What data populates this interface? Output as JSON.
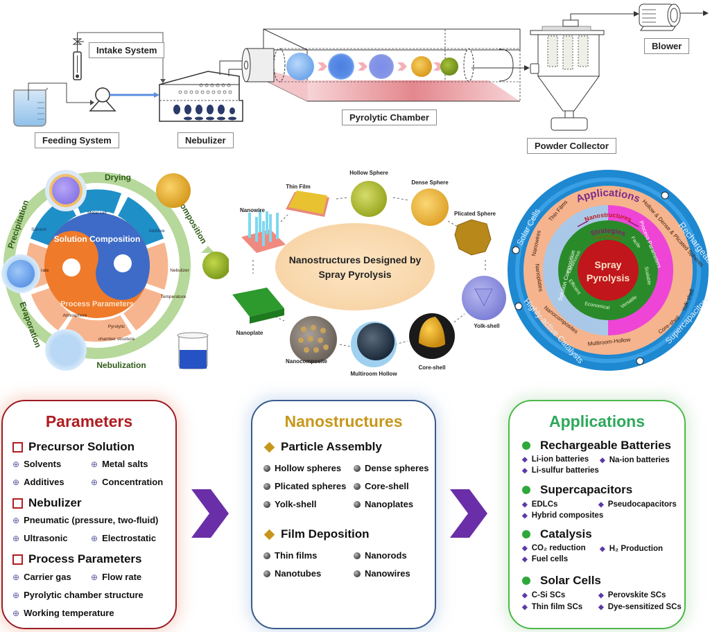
{
  "process_diagram": {
    "labels": {
      "intake": "Intake System",
      "feeding": "Feeding System",
      "nebulizer": "Nebulizer",
      "pyrolytic_chamber": "Pyrolytic Chamber",
      "powder_collector": "Powder Collector",
      "blower": "Blower"
    },
    "colors": {
      "liquid": "#a9cfee",
      "heat": "#e07a80",
      "droplet": "#6fa6ea",
      "dense_particle": "#e8b23a",
      "final_particle": "#8aa82a"
    }
  },
  "cycle_diagram": {
    "steps": [
      "Drying",
      "Decomposition",
      "Nebulization",
      "Evaporation",
      "Precipitation"
    ],
    "center_top": "Solution Composition",
    "center_bottom": "Process Parameters",
    "solution_segments": [
      "Solvent",
      "Metal salt",
      "Additive"
    ],
    "process_segments": [
      "Flow rate",
      "Nebulizer",
      "Temperature",
      "Pyrolytic",
      "chamber structure",
      "Atmosphere"
    ],
    "colors": {
      "ring": "#a9d18e",
      "solution": "#1f8fc8",
      "process_segment": "#f6b58f",
      "yin": "#3d6bc7",
      "yang": "#ee7a2a"
    }
  },
  "nanostructures_diagram": {
    "center_title_line1": "Nanostructures Designed by",
    "center_title_line2": "Spray Pyrolysis",
    "structures": [
      "Hollow Sphere",
      "Dense Sphere",
      "Plicated  Sphere",
      "Yolk-shell",
      "Core-shell",
      "Multiroom Hollow",
      "Nanocomposite",
      "Nanoplate",
      "Nanowire",
      "Thin Film"
    ]
  },
  "circle_diagram": {
    "outer_title": "Applications",
    "applications": [
      "Rechargeable Batteries",
      "Supercapacitors",
      "Highly-active Catalysts",
      "Solar Cells"
    ],
    "nanostructures_title": "Nanostructures",
    "nanostructures": [
      "Hollow & Dense & Plicated Spheres",
      "Yolk-shell",
      "Core-shell",
      "Multiroom-Hollow",
      "Nanocomposites",
      "Nanoplates",
      "Nanowires",
      "Thin Films"
    ],
    "strategies_title": "Strategies",
    "strategies": [
      "Solution Composition",
      "Process Parameters"
    ],
    "advantages_title": "Advantages",
    "advantages": [
      "Continuous",
      "Facile",
      "Scalable",
      "Versatile",
      "Economical",
      "Efficient"
    ],
    "center_line1": "Spray",
    "center_line2": "Pyrolysis",
    "colors": {
      "outer": "#1e88d0",
      "nano_ring": "#f5b48e",
      "strategy_left": "#a9c8e8",
      "strategy_right": "#ee45d6",
      "advantages": "#2a8a2a",
      "center": "#c0161c"
    }
  },
  "panels": {
    "parameters": {
      "title": "Parameters",
      "title_color": "#b01c20",
      "sections": [
        {
          "heading": "Precursor Solution",
          "items": [
            "Solvents",
            "Metal salts",
            "Additives",
            "Concentration"
          ]
        },
        {
          "heading": "Nebulizer",
          "items": [
            "Pneumatic (pressure, two-fluid)",
            "Ultrasonic",
            "Electrostatic"
          ]
        },
        {
          "heading": "Process Parameters",
          "items": [
            "Carrier gas",
            "Flow rate",
            "Pyrolytic chamber structure",
            "Working temperature"
          ]
        }
      ]
    },
    "nanostructures": {
      "title": "Nanostructures",
      "title_color": "#c6971a",
      "sections": [
        {
          "heading": "Particle Assembly",
          "items": [
            "Hollow spheres",
            "Dense spheres",
            "Plicated spheres",
            "Core-shell",
            "Yolk-shell",
            "Nanoplates"
          ]
        },
        {
          "heading": "Film Deposition",
          "items": [
            "Thin films",
            "Nanorods",
            "Nanotubes",
            "Nanowires"
          ]
        }
      ]
    },
    "applications": {
      "title": "Applications",
      "title_color": "#2ea85a",
      "sections": [
        {
          "heading": "Rechargeable Batteries",
          "items": [
            "Li-ion batteries",
            "Na-ion batteries",
            "Li-sulfur batteries"
          ]
        },
        {
          "heading": "Supercapacitors",
          "items": [
            "EDLCs",
            "Pseudocapacitors",
            "Hybrid composites"
          ]
        },
        {
          "heading": "Catalysis",
          "items": [
            "CO₂ reduction",
            "H₂ Production",
            "Fuel cells"
          ]
        },
        {
          "heading": "Solar Cells",
          "items": [
            "C-Si SCs",
            "Perovskite SCs",
            "Thin film SCs",
            "Dye-sensitized SCs"
          ]
        }
      ]
    },
    "arrow_color": "#6a2fa8"
  }
}
